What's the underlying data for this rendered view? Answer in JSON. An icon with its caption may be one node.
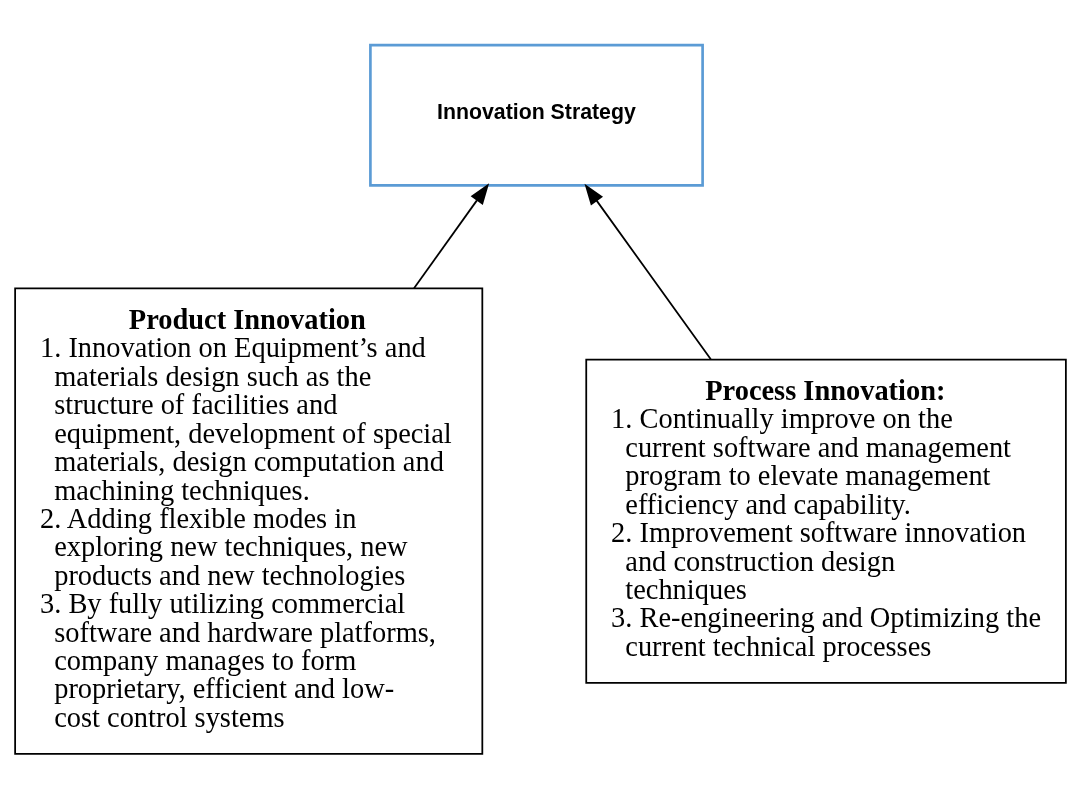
{
  "diagram": {
    "nodes": [
      {
        "text": [
          "Innovation Strategy"
        ]
      },
      {
        "text": [
          "Product Innovation",
          "1. Innovation on Equipment’s and materials design such as the structure of facilities and equipment, development of special materials, design computation and machining techniques.",
          "2. Adding flexible modes in exploring new techniques, new products and new technologies",
          "3. By fully utilizing commercial software and hardware platforms, company manages to form proprietary, efficient and low-cost control systems"
        ]
      },
      {
        "text": [
          "Process Innovation:",
          "1. Continually improve on the current software and management program to elevate management efficiency and capability.",
          "2. Improvement software innovation and construction design techniques",
          "3. Re-engineering and Optimizing the current technical processes"
        ]
      }
    ],
    "edges": [
      {
        "from": 1,
        "to": 0,
        "arrow": "to"
      },
      {
        "from": 2,
        "to": 0,
        "arrow": "to"
      }
    ]
  }
}
